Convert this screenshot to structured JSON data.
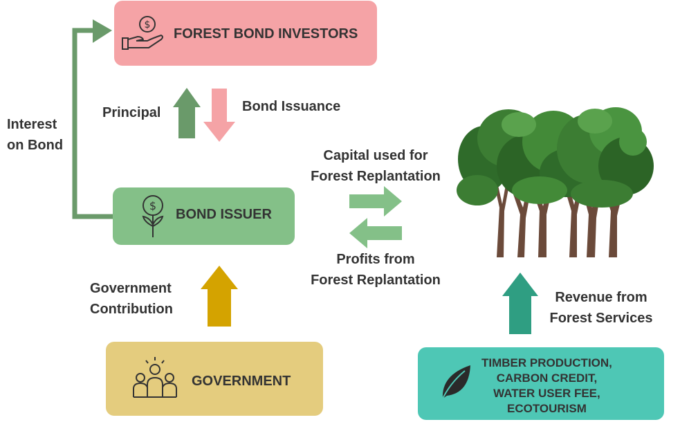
{
  "nodes": {
    "investors": "FOREST BOND INVESTORS",
    "issuer": "BOND ISSUER",
    "government": "GOVERNMENT",
    "services": [
      "TIMBER PRODUCTION,",
      "CARBON CREDIT,",
      "WATER USER FEE,",
      "ECOTOURISM"
    ]
  },
  "edges": {
    "interest": [
      "Interest",
      "on Bond"
    ],
    "principal": "Principal",
    "bond_issuance": "Bond Issuance",
    "capital": [
      "Capital used for",
      "Forest Replantation"
    ],
    "profits": [
      "Profits from",
      "Forest Replantation"
    ],
    "government_contribution": [
      "Government",
      "Contribution"
    ],
    "revenue": [
      "Revenue from",
      "Forest Services"
    ]
  },
  "icons": {
    "investors": "hand-coin-icon",
    "issuer": "money-plant-icon",
    "government": "people-group-icon",
    "services": "leaf-icon",
    "forest": "trees-illustration"
  },
  "colors": {
    "investors": "#f5a3a6",
    "issuer": "#84c088",
    "government": "#e4cc7e",
    "services": "#4ec7b5",
    "interest_arrow": "#6a9a6a",
    "principal_arrow": "#6a9a6a",
    "issuance_arrow": "#f5a3a6",
    "flow_arrows": "#84c088",
    "gov_arrow": "#d4a300",
    "revenue_arrow": "#2f9e82"
  }
}
